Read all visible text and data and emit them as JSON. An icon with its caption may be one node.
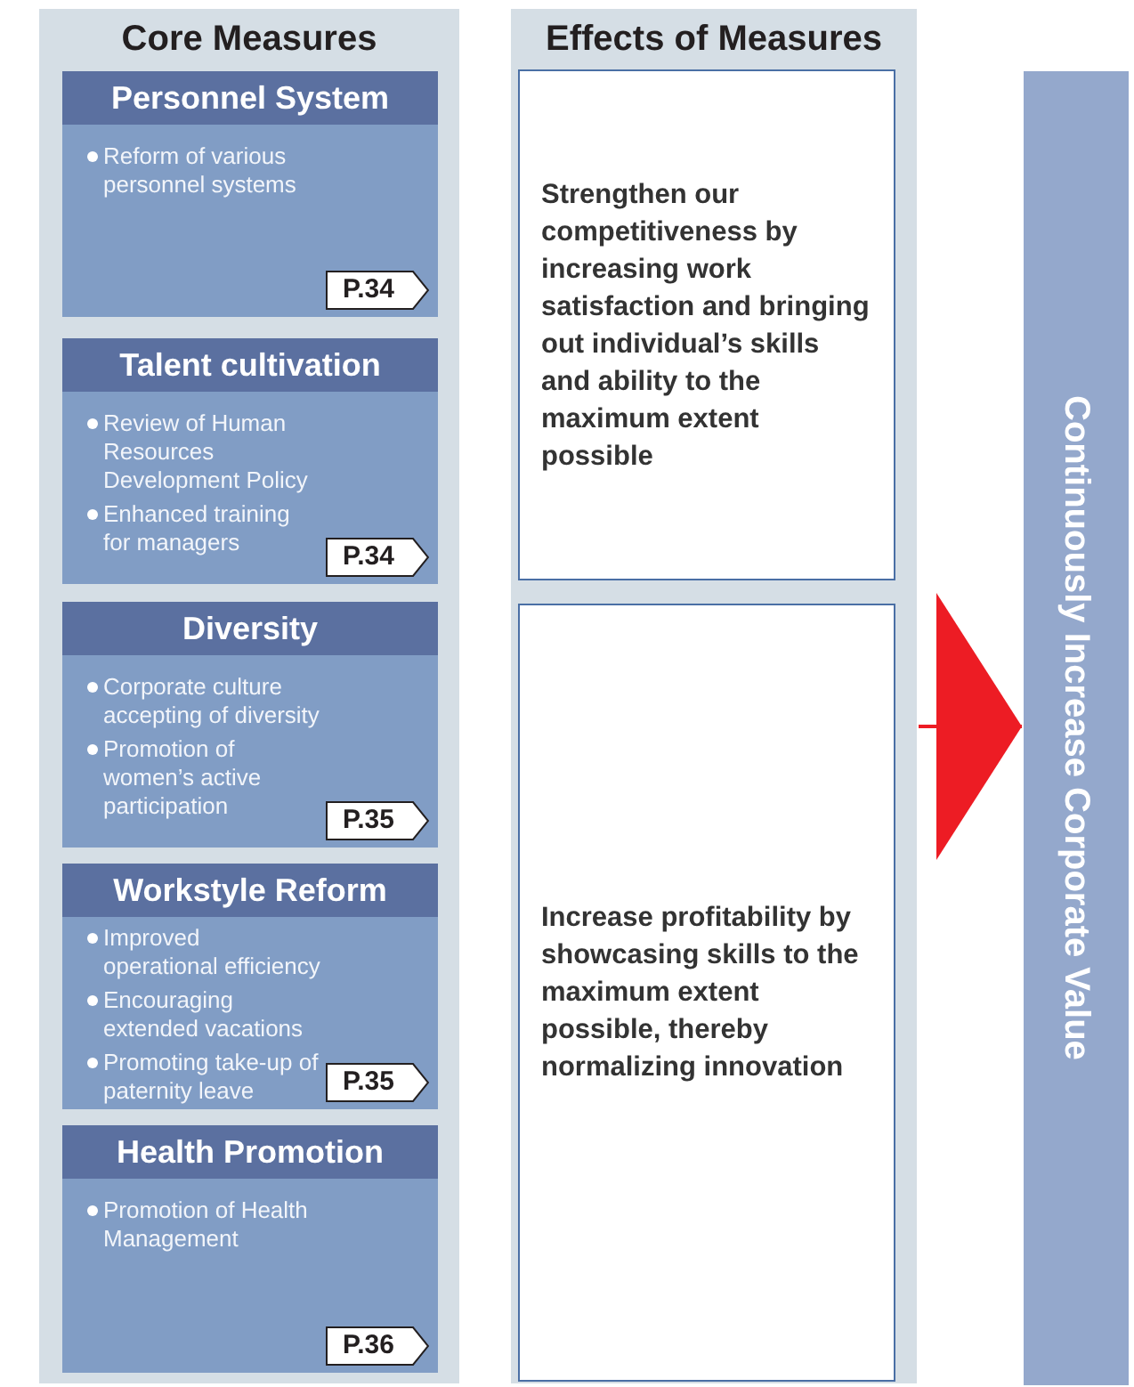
{
  "diagram": {
    "nodes": [
      {
        "text": [
          "Core Measures"
        ]
      },
      {
        "text": [
          "Personnel System",
          "Reform of various personnel systems"
        ],
        "in": 0
      },
      {
        "text": [
          "P.34"
        ],
        "in": 1
      },
      {
        "text": [
          "Talent cultivation",
          "Review of Human Resources Development Policy",
          "Enhanced training for managers"
        ],
        "in": 0
      },
      {
        "text": [
          "P.34"
        ],
        "in": 3
      },
      {
        "text": [
          "Diversity",
          "Corporate culture accepting of diversity",
          "Promotion of women’s active participation"
        ],
        "in": 0
      },
      {
        "text": [
          "P.35"
        ],
        "in": 5
      },
      {
        "text": [
          "Workstyle Reform",
          "Improved operational efficiency",
          "Encouraging extended vacations",
          "Promoting take-up of paternity leave"
        ],
        "in": 0
      },
      {
        "text": [
          "P.35"
        ],
        "in": 7
      },
      {
        "text": [
          "Health Promotion",
          "Promotion of Health Management"
        ],
        "in": 0
      },
      {
        "text": [
          "P.36"
        ],
        "in": 9
      },
      {
        "text": [
          "Effects of Measures"
        ]
      },
      {
        "text": [
          "Strengthen our competitiveness by increasing work satisfaction and bringing out individual’s skills and ability to the maximum extent possible"
        ],
        "in": 11
      },
      {
        "text": [
          "Increase profitability by showcasing skills to the maximum extent possible, thereby normalizing innovation"
        ],
        "in": 11
      },
      {
        "text": [
          "Continuously Increase Corporate Value"
        ]
      }
    ],
    "edges": [
      {
        "from": 11,
        "to": 14,
        "arrow": "to",
        "color": "#ed1c24"
      }
    ]
  }
}
